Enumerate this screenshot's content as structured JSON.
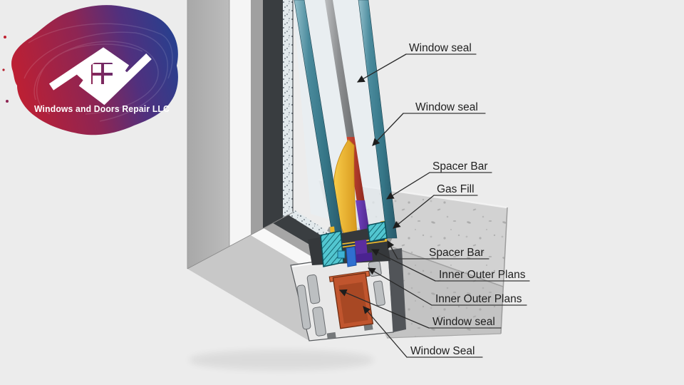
{
  "logo": {
    "company_name": "Windows and Doors Repair LLC",
    "colors": {
      "red": "#c21f30",
      "purple": "#50307e",
      "blue": "#27408f"
    }
  },
  "diagram": {
    "title_hint": "Triple-glazed window corner cross-section",
    "labels": [
      {
        "text": "Window seal"
      },
      {
        "text": "Window seal"
      },
      {
        "text": "Spacer Bar"
      },
      {
        "text": "Gas Fill"
      },
      {
        "text": "Spacer Bar"
      },
      {
        "text": "Inner Outer Plans"
      },
      {
        "text": "Inner Outer Plans"
      },
      {
        "text": "Window seal"
      },
      {
        "text": "Window Seal"
      }
    ],
    "part_colors": {
      "glass_pane_teal": "#3f7f91",
      "inter_pane_seal_gray": "#8e9092",
      "seal_red": "#b8372a",
      "gas_fill_gasket_purple": "#5b2da0",
      "compression_seal_yellow": "#f2b62c",
      "clip_blue": "#2f6fd0",
      "spacer_hatch_cyan": "#52c6d0",
      "steel_chamber_orange": "#c0552e",
      "concrete_gray": "#cdcdcd",
      "frame_white": "#f5f5f5",
      "sash_dark": "#3a3e41"
    }
  }
}
